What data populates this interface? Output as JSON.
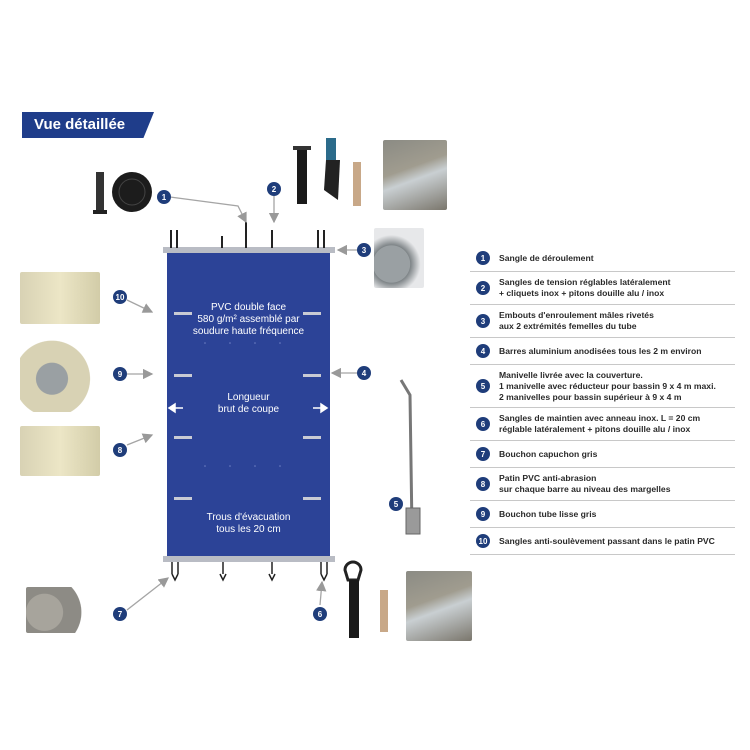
{
  "header": {
    "title": "Vue détaillée"
  },
  "cover": {
    "label_material": [
      "PVC double face",
      "580 g/m² assemblé par",
      "soudure haute fréquence"
    ],
    "label_length": [
      "Longueur",
      "brut de coupe"
    ],
    "label_drain": [
      "Trous d'évacuation",
      "tous les 20 cm"
    ],
    "color": "#2c4397"
  },
  "callouts": [
    "1",
    "2",
    "3",
    "4",
    "5",
    "6",
    "7",
    "8",
    "9",
    "10"
  ],
  "legend": [
    {
      "num": "1",
      "text": [
        "Sangle de déroulement"
      ]
    },
    {
      "num": "2",
      "text": [
        "Sangles de tension réglables latéralement",
        "+ cliquets inox + pitons douille alu / inox"
      ]
    },
    {
      "num": "3",
      "text": [
        "Embouts d'enroulement mâles rivetés",
        "aux 2 extrémités femelles du tube"
      ]
    },
    {
      "num": "4",
      "text": [
        "Barres aluminium anodisées tous les 2 m environ"
      ]
    },
    {
      "num": "5",
      "text": [
        "Manivelle livrée avec la couverture.",
        "1 manivelle avec réducteur pour bassin 9 x 4 m maxi.",
        "2 manivelles pour bassin supérieur à 9 x 4 m"
      ]
    },
    {
      "num": "6",
      "text": [
        "Sangles de maintien avec anneau inox. L = 20 cm",
        "réglable latéralement + pitons douille alu / inox"
      ]
    },
    {
      "num": "7",
      "text": [
        "Bouchon capuchon gris"
      ]
    },
    {
      "num": "8",
      "text": [
        "Patin PVC anti-abrasion",
        "sur chaque barre au niveau des margelles"
      ]
    },
    {
      "num": "9",
      "text": [
        "Bouchon tube lisse gris"
      ]
    },
    {
      "num": "10",
      "text": [
        "Sangles anti-soulèvement passant dans le patin PVC"
      ]
    }
  ]
}
